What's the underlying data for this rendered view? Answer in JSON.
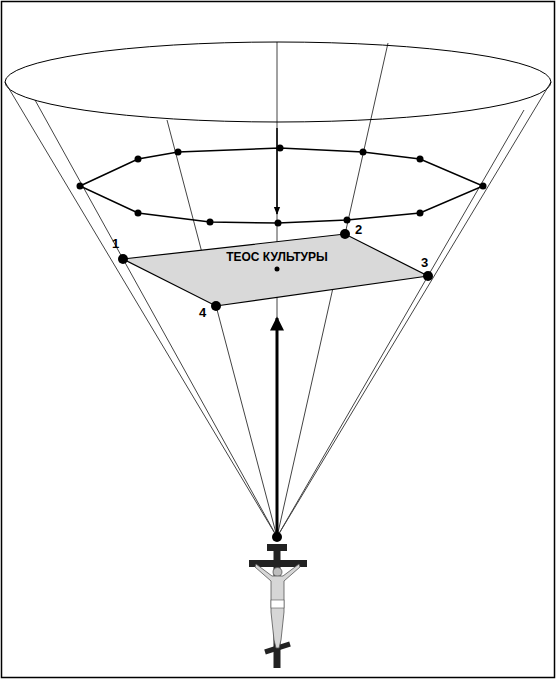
{
  "diagram": {
    "nodes": [
      {
        "text": [
          "ТЕОС КУЛЬТУРЫ"
        ]
      }
    ],
    "labels": [
      "1",
      "2",
      "3",
      "4"
    ]
  }
}
